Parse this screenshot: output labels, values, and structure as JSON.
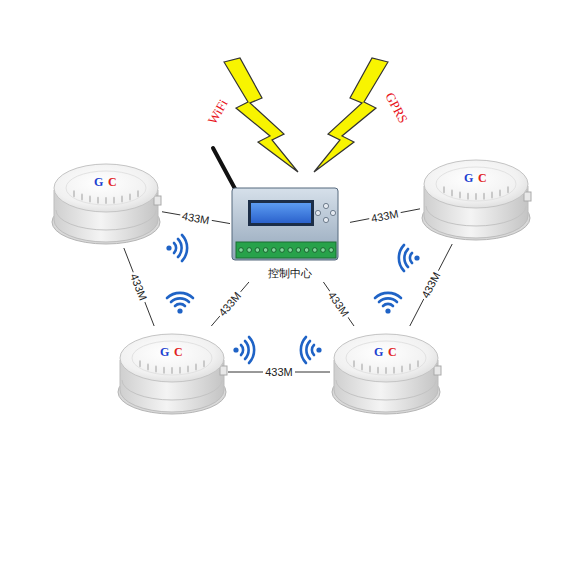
{
  "diagram": {
    "nodes": [
      {
        "text": [
          "G",
          "C"
        ]
      },
      {
        "text": [
          "控制中心"
        ]
      },
      {
        "text": [
          "G",
          "C"
        ]
      },
      {
        "text": [
          "G",
          "C"
        ]
      },
      {
        "text": [
          "G",
          "C"
        ]
      }
    ],
    "edges": [
      {
        "from": 0,
        "to": 1,
        "label": "433M",
        "arrow": "none"
      },
      {
        "from": 1,
        "to": 2,
        "label": "433M",
        "arrow": "none"
      },
      {
        "from": 0,
        "to": 3,
        "label": "433M",
        "arrow": "none"
      },
      {
        "from": 1,
        "to": 3,
        "label": "433M",
        "arrow": "none"
      },
      {
        "from": 1,
        "to": 4,
        "label": "433M",
        "arrow": "none"
      },
      {
        "from": 2,
        "to": 4,
        "label": "433M",
        "arrow": "none"
      },
      {
        "from": 3,
        "to": 4,
        "label": "433M",
        "arrow": "none"
      }
    ],
    "labels": [
      "WiFi",
      "GPRS"
    ]
  }
}
